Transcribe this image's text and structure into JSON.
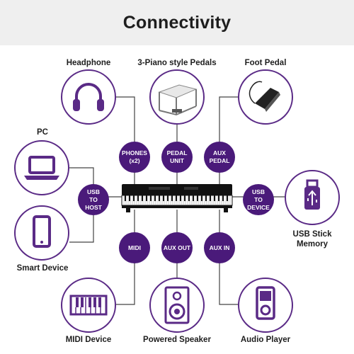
{
  "title": "Connectivity",
  "devices": {
    "headphone": "Headphone",
    "pedals": "3-Piano style Pedals",
    "foot_pedal": "Foot Pedal",
    "pc": "PC",
    "smart_device": "Smart Device",
    "usb_stick": "USB Stick\nMemory",
    "midi_device": "MIDI Device",
    "powered_speaker": "Powered Speaker",
    "audio_player": "Audio Player"
  },
  "ports": {
    "phones": "PHONES\n(x2)",
    "pedal_unit": "PEDAL\nUNIT",
    "aux_pedal": "AUX\nPEDAL",
    "usb_to_host": "USB\nTO\nHOST",
    "usb_to_device": "USB\nTO\nDEVICE",
    "midi": "MIDI",
    "aux_out": "AUX OUT",
    "aux_in": "AUX IN"
  },
  "colors": {
    "accent": "#4a1a7a",
    "line": "#444444",
    "header_bg": "#efefef"
  },
  "icons": [
    "headphone-icon",
    "pedal-unit-image",
    "foot-pedal-image",
    "laptop-icon",
    "smartphone-icon",
    "usb-stick-icon",
    "midi-keyboard-icon",
    "speaker-icon",
    "audio-player-icon",
    "piano-image"
  ]
}
